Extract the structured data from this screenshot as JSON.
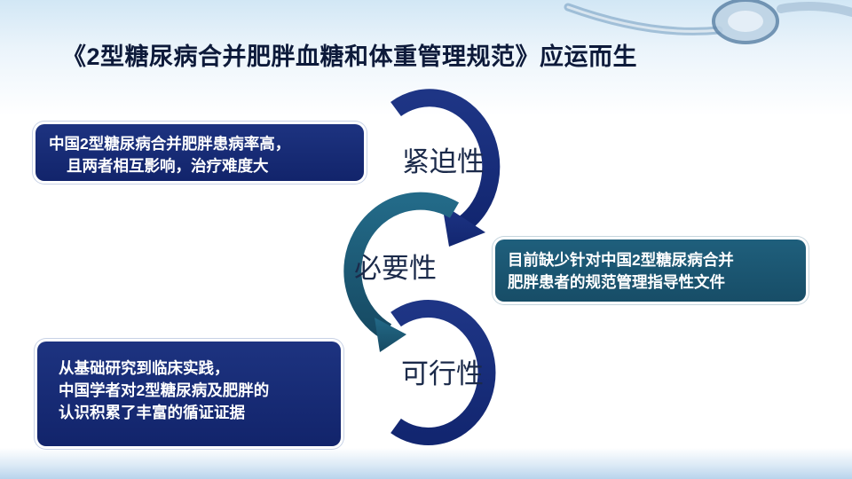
{
  "title": "《2型糖尿病合并肥胖血糖和体重管理规范》应运而生",
  "stages": [
    {
      "label": "紧迫性"
    },
    {
      "label": "必要性"
    },
    {
      "label": "可行性"
    }
  ],
  "notes": {
    "urgency": [
      "中国2型糖尿病合并肥胖患病率高，",
      "且两者相互影响，治疗难度大"
    ],
    "necessity": [
      "目前缺少针对中国2型糖尿病合并",
      "肥胖患者的规范管理指导性文件"
    ],
    "feasibility": [
      "从基础研究到临床实践，",
      "中国学者对2型糖尿病及肥胖的",
      "认识积累了丰富的循证证据"
    ]
  },
  "colors": {
    "navy": "#12246b",
    "teal": "#1a5672",
    "title": "#0d1a3a"
  },
  "icons": [
    "stethoscope-icon",
    "curved-arrow-icon"
  ]
}
